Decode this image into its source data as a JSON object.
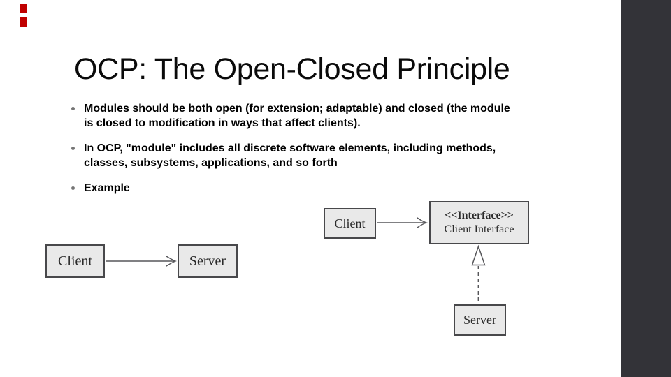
{
  "colors": {
    "accent_red": "#c00000",
    "sidebar_dark": "#333338",
    "box_fill": "#e9e9e9",
    "box_border": "#48484b",
    "line_gray": "#56565a",
    "bullet_dot": "#757575",
    "text_dark": "#0a0a0a",
    "diagram_text": "#2b2b2b"
  },
  "slide": {
    "title": "OCP: The Open-Closed Principle",
    "bullets": [
      {
        "lines": [
          "Modules should be both open (for extension; adaptable) and closed (the module",
          "is closed to modification in ways that affect clients)."
        ]
      },
      {
        "lines": [
          "In OCP, \"module\" includes all discrete software elements, including methods,",
          "classes, subsystems, applications, and so forth"
        ]
      },
      {
        "lines": [
          "Example"
        ]
      }
    ]
  },
  "uml": {
    "simple": {
      "client": "Client",
      "server": "Server"
    },
    "ocp": {
      "client": "Client",
      "interface_stereotype": "<<Interface>>",
      "interface_name": "Client Interface",
      "server": "Server"
    }
  }
}
